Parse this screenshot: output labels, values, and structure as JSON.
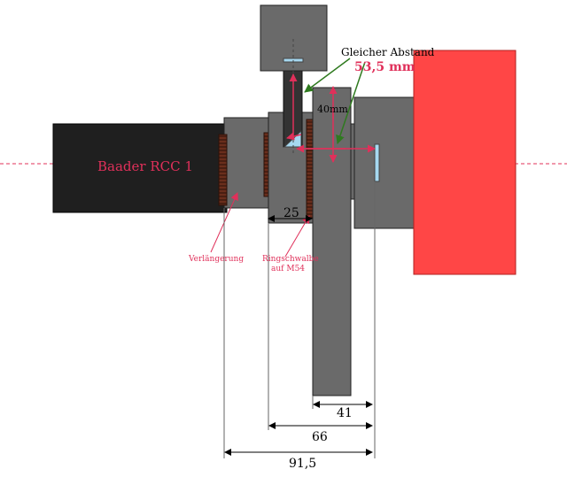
{
  "labels": {
    "baader": "Baader RCC 1",
    "gleicher_abstand": "Gleicher Abstand",
    "abstand_wert": "53,5 mm",
    "hoehe": "40mm",
    "breite_25": "25",
    "verlaengerung": "Verlängerung",
    "ringschwalbe_1": "Ringschwalbe",
    "ringschwalbe_2": "auf M54",
    "dim_41": "41",
    "dim_66": "66",
    "dim_91": "91,5"
  },
  "colors": {
    "body_gray": "#6a6a6a",
    "dark_body": "#1f1f1f",
    "camera_red": "#ff4646",
    "accent_red": "#e0305a",
    "annotation_green": "#2f7a1f",
    "thread_brown": "#6a2e1c",
    "glass_blue": "#a6d8f0"
  }
}
